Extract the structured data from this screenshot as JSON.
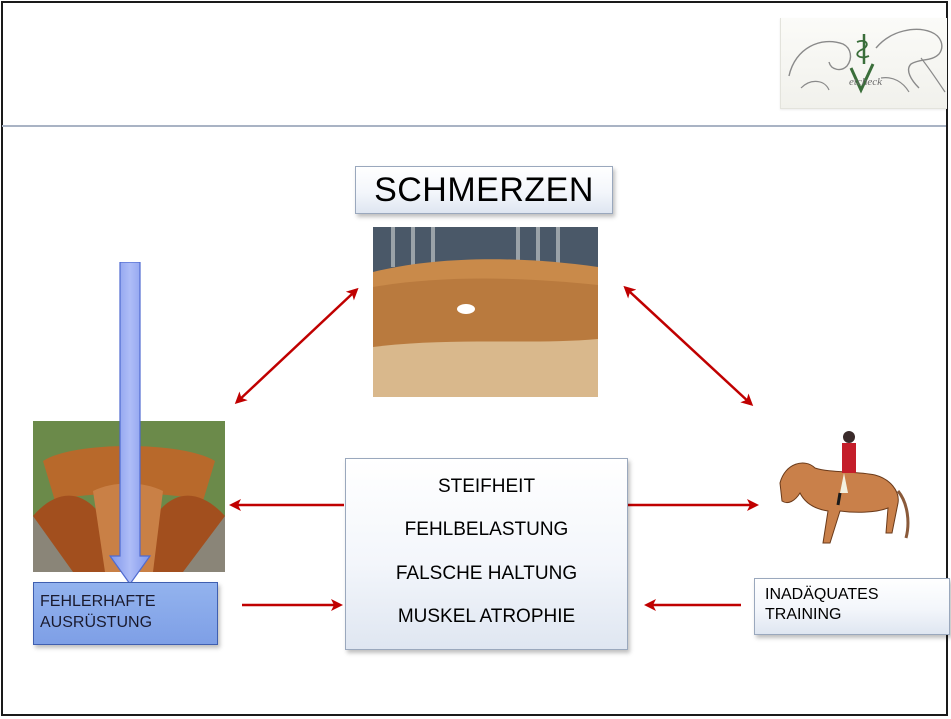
{
  "logo": {
    "text": "etcheck",
    "letter": "V"
  },
  "title": "SCHMERZEN",
  "center_items": [
    "STEIFHEIT",
    "FEHLBELASTUNG",
    "FALSCHE HALTUNG",
    "MUSKEL ATROPHIE"
  ],
  "left_label": {
    "line1": "FEHLERHAFTE",
    "line2": "AUSRÜSTUNG"
  },
  "right_label": {
    "line1": "INADÄQUATES",
    "line2": "TRAINING"
  },
  "colors": {
    "arrow": "#c00000",
    "blue_arrow": "#8fa6f2",
    "divider": "#a9b3c4",
    "equip_box": "#8aaaec"
  }
}
